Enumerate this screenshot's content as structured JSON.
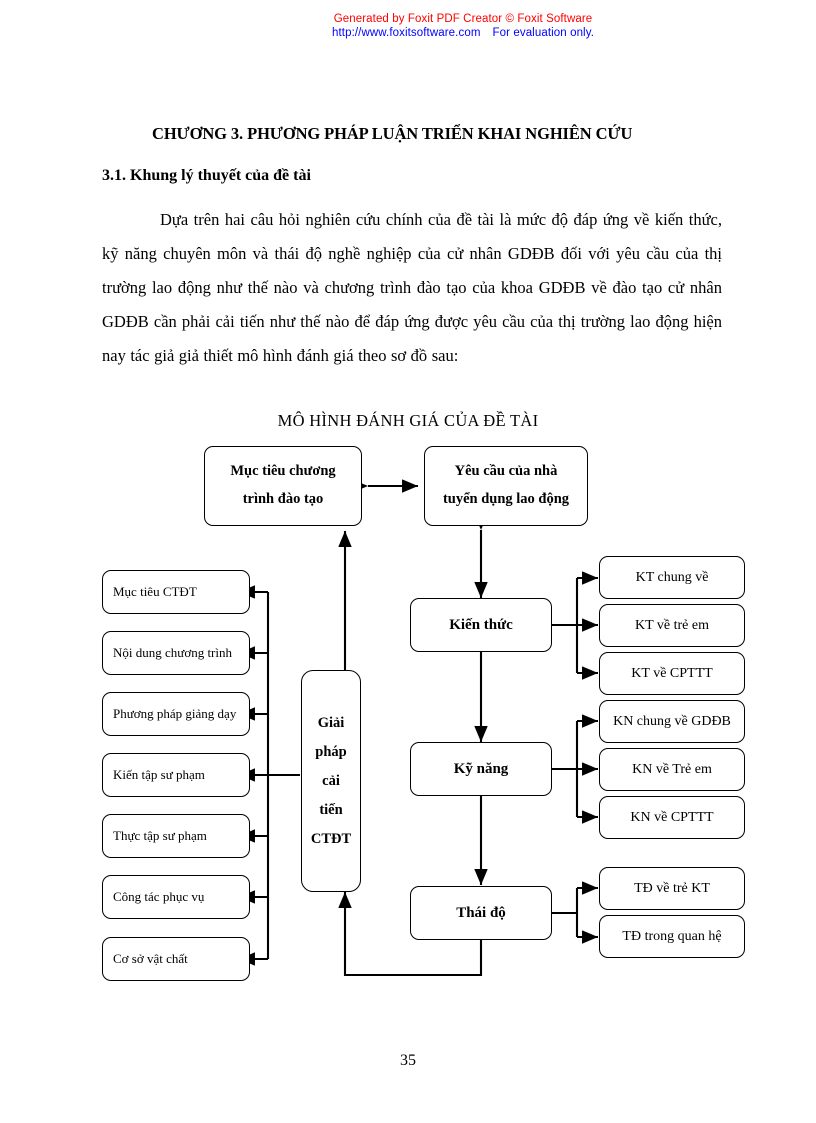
{
  "watermark": {
    "line1": "Generated by Foxit PDF Creator © Foxit Software",
    "url": "http://www.foxitsoftware.com",
    "evaluation": "For evaluation only.",
    "color_line1": "#FF0000",
    "color_line2": "#0000FF"
  },
  "document": {
    "chapter_heading": "CHƯƠNG 3. PHƯƠNG PHÁP LUẬN TRIỂN KHAI NGHIÊN CỨU",
    "section_heading": "3.1. Khung lý thuyết của đề tài",
    "paragraph": "Dựa trên hai câu hỏi nghiên cứu chính của đề tài là  mức độ đáp ứng về kiến thức, kỹ năng chuyên môn và thái độ nghề nghiệp của cử nhân GDĐB đối với yêu cầu của thị trường lao động như thế nào và chương trình đào tạo của khoa GDĐB về đào tạo cử nhân GDĐB cần phải cải tiến như thế nào để đáp ứng được yêu cầu của thị trường lao động hiện nay tác giả giả thiết mô hình đánh giá theo sơ đồ sau:",
    "page_number": "35"
  },
  "diagram": {
    "title": "MÔ HÌNH ĐÁNH GIÁ CỦA ĐỀ TÀI",
    "top_left_box": {
      "line1": "Mục tiêu chương",
      "line2": "trình đào tạo"
    },
    "top_right_box": {
      "line1": "Yêu cầu của nhà",
      "line2": "tuyển dụng lao động"
    },
    "center_box": {
      "line1": "Giải",
      "line2": "pháp",
      "line3": "cải",
      "line4": "tiến",
      "line5": "CTĐT"
    },
    "left_column": [
      {
        "label": "Mục tiêu CTĐT"
      },
      {
        "label": "Nội dung chương trình"
      },
      {
        "label": "Phương pháp giảng dạy"
      },
      {
        "label": "Kiến tập sư phạm"
      },
      {
        "label": "Thực tập sư phạm"
      },
      {
        "label": "Công tác phục vụ"
      },
      {
        "label": "Cơ sở vật chất"
      }
    ],
    "middle_column": [
      {
        "label": "Kiến thức"
      },
      {
        "label": "Kỹ năng"
      },
      {
        "label": "Thái độ"
      }
    ],
    "right_group_knowledge": [
      {
        "label": "KT chung về"
      },
      {
        "label": "KT về trẻ em"
      },
      {
        "label": "KT về CPTTT"
      }
    ],
    "right_group_skills": [
      {
        "label": "KN chung về GDĐB"
      },
      {
        "label": "KN về Trẻ em"
      },
      {
        "label": "KN về CPTTT"
      }
    ],
    "right_group_attitude": [
      {
        "label": "TĐ về trẻ KT"
      },
      {
        "label": "TĐ trong quan hệ"
      }
    ],
    "line_color": "#000000"
  }
}
